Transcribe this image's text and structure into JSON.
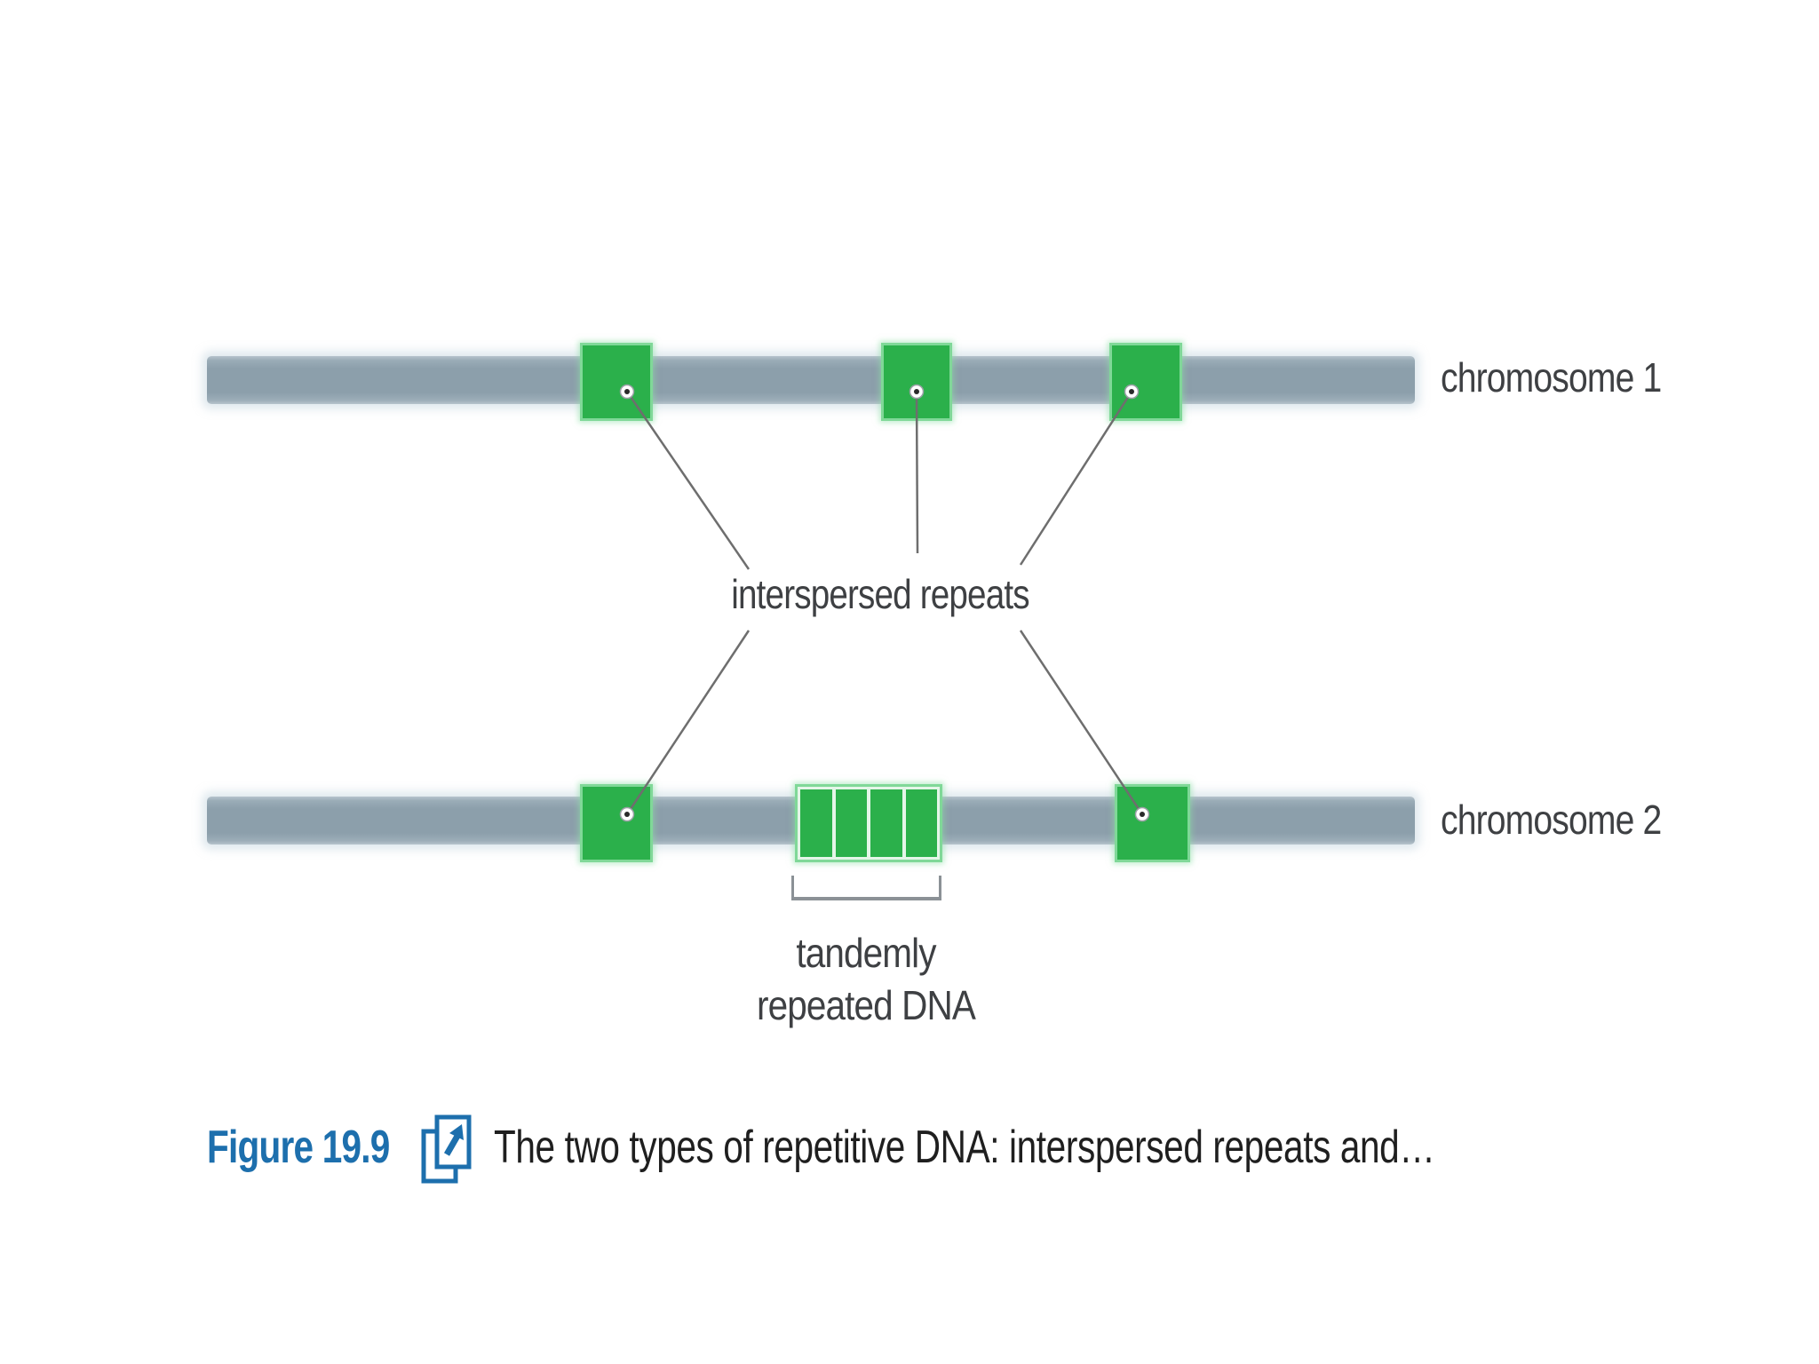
{
  "figure": {
    "chromosome1_label": "chromosome 1",
    "chromosome2_label": "chromosome 2",
    "interspersed_label": "interspersed repeats",
    "tandem_label_line1": "tandemly",
    "tandem_label_line2": "repeated DNA",
    "repeats": {
      "chromosome1_interspersed_count": 3,
      "chromosome2_interspersed_count": 2,
      "tandem_cluster_count": 4
    }
  },
  "caption": {
    "figure_label": "Figure 19.9",
    "link_icon": "external-link-icon",
    "text": "The two types of repetitive DNA: interspersed repeats and…"
  },
  "colors": {
    "repeat_green": "#2bb04b",
    "repeat_green_border": "#80d898",
    "chromosome_bar_gray_blue": "#8c9fab",
    "leader_line_gray": "#6e6e6e",
    "bracket_gray": "#8b9196",
    "diagram_text": "#3e4043",
    "caption_text": "#1f1f1f",
    "caption_accent_blue": "#1d6fad"
  }
}
